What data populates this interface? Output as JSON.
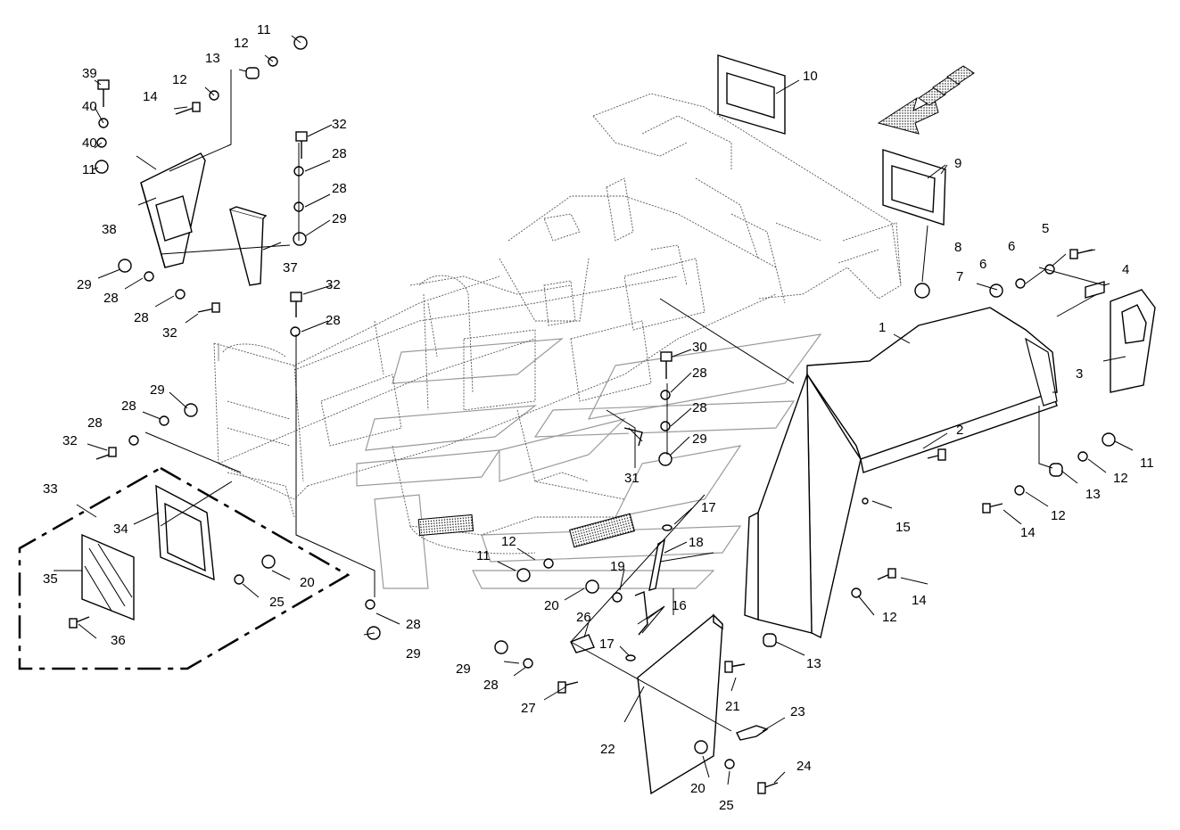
{
  "callouts": [
    {
      "num": "1"
    },
    {
      "num": "2"
    },
    {
      "num": "3"
    },
    {
      "num": "4"
    },
    {
      "num": "5"
    },
    {
      "num": "6"
    },
    {
      "num": "6"
    },
    {
      "num": "7"
    },
    {
      "num": "8"
    },
    {
      "num": "9"
    },
    {
      "num": "10"
    },
    {
      "num": "11"
    },
    {
      "num": "12"
    },
    {
      "num": "12"
    },
    {
      "num": "13"
    },
    {
      "num": "14"
    },
    {
      "num": "39"
    },
    {
      "num": "40"
    },
    {
      "num": "40"
    },
    {
      "num": "11"
    },
    {
      "num": "38"
    },
    {
      "num": "32"
    },
    {
      "num": "28"
    },
    {
      "num": "28"
    },
    {
      "num": "29"
    },
    {
      "num": "37"
    },
    {
      "num": "29"
    },
    {
      "num": "28"
    },
    {
      "num": "28"
    },
    {
      "num": "32"
    },
    {
      "num": "32"
    },
    {
      "num": "28"
    },
    {
      "num": "29"
    },
    {
      "num": "28"
    },
    {
      "num": "32"
    },
    {
      "num": "28"
    },
    {
      "num": "33"
    },
    {
      "num": "34"
    },
    {
      "num": "35"
    },
    {
      "num": "36"
    },
    {
      "num": "20"
    },
    {
      "num": "25"
    },
    {
      "num": "28"
    },
    {
      "num": "29"
    },
    {
      "num": "30"
    },
    {
      "num": "28"
    },
    {
      "num": "28"
    },
    {
      "num": "29"
    },
    {
      "num": "31"
    },
    {
      "num": "17"
    },
    {
      "num": "18"
    },
    {
      "num": "12"
    },
    {
      "num": "11"
    },
    {
      "num": "19"
    },
    {
      "num": "20"
    },
    {
      "num": "16"
    },
    {
      "num": "26"
    },
    {
      "num": "17"
    },
    {
      "num": "29"
    },
    {
      "num": "28"
    },
    {
      "num": "27"
    },
    {
      "num": "21"
    },
    {
      "num": "22"
    },
    {
      "num": "23"
    },
    {
      "num": "20"
    },
    {
      "num": "25"
    },
    {
      "num": "24"
    },
    {
      "num": "15"
    },
    {
      "num": "14"
    },
    {
      "num": "12"
    },
    {
      "num": "13"
    },
    {
      "num": "11"
    },
    {
      "num": "12"
    },
    {
      "num": "13"
    },
    {
      "num": "12"
    },
    {
      "num": "14"
    }
  ]
}
